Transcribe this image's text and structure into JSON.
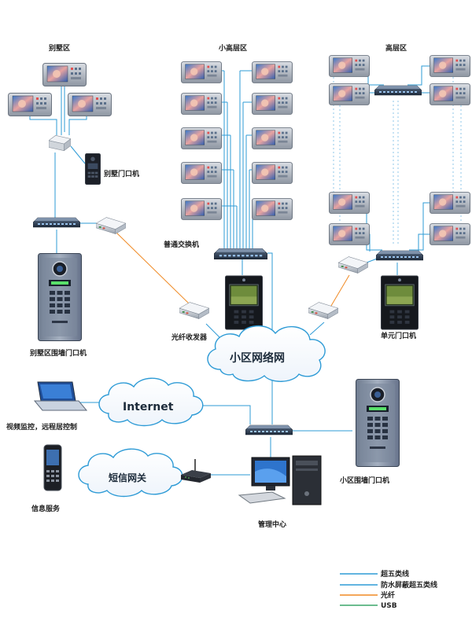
{
  "zones": {
    "villa": "别墅区",
    "mid_rise": "小高层区",
    "high_rise": "高层区"
  },
  "labels": {
    "villa_door": "别墅门口机",
    "villa_wall_door": "别墅区围墙门口机",
    "switch": "普通交换机",
    "fiber_transceiver": "光纤收发器",
    "unit_door": "单元门口机",
    "video_remote": "视频监控，远程居控制",
    "info_service": "信息服务",
    "management": "管理中心",
    "community_wall_door": "小区围墙门口机"
  },
  "clouds": {
    "community_network": "小区网络网",
    "internet": "Internet",
    "sms_gateway": "短信网关"
  },
  "legend": [
    {
      "label": "超五类线",
      "color": "#2e9bd6"
    },
    {
      "label": "防水屏蔽超五类线",
      "color": "#2e9bd6"
    },
    {
      "label": "光纤",
      "color": "#f08a24"
    },
    {
      "label": "USB",
      "color": "#3aa56a"
    }
  ],
  "colors": {
    "cat5": "#2e9bd6",
    "fiber": "#f08a24",
    "usb": "#3aa56a",
    "dotted": "#8fc7e8"
  },
  "icons": {
    "monitor": "indoor-monitor-icon",
    "switch": "network-switch-icon",
    "transceiver": "fiber-transceiver-icon",
    "door_station": "door-station-icon",
    "laptop": "laptop-icon",
    "phone": "mobile-phone-icon",
    "router": "wifi-router-icon",
    "pc": "desktop-pc-icon"
  }
}
